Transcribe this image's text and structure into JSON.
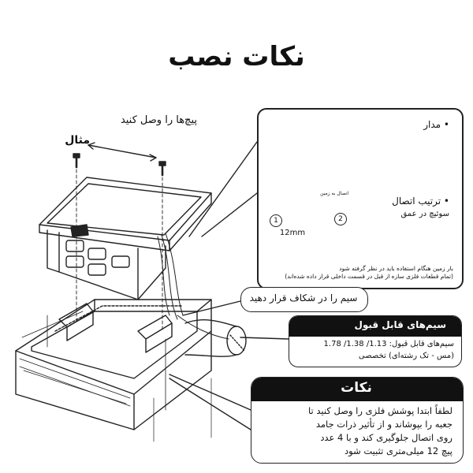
{
  "title": "نکات نصب",
  "labels": {
    "screws": "پیچ‌ها را وصل کنید",
    "example": "مثال"
  },
  "detail": {
    "circuit": "• مدار",
    "ground_tag": "اتصال به زمین",
    "connection_order": "• ترتیب اتصال",
    "depth_switch": "سوئیچ در عمق",
    "step1": "1",
    "step2": "2",
    "dimension": "12mm",
    "ground_note_line1": "بار زمین هنگام استفاده باید در نظر گرفته شود",
    "ground_note_line2": "(تمام قطعات فلزی سازه از قبل در قسمت داخلی قرار داده شده‌اند)"
  },
  "wire_instruction": "سیم را در شکاف قرار دهید",
  "cables": {
    "title": "سیم‌های قابل قبول",
    "line1": "سیم‌های قابل قبول: 1.13/ 1.38/ 1.78",
    "line2": "(مس - تک رشته‌ای) تخصصی"
  },
  "notes": {
    "title": "نکات",
    "lines": [
      "لطفاً ابتدا پوشش فلزی را وصل کنید تا",
      "جعبه را بپوشاند و از تأثیر ذرات جامد",
      "روی اتصال جلوگیری کند و با 4 عدد",
      "پیچ 12 میلی‌متری تثبیت شود"
    ]
  }
}
